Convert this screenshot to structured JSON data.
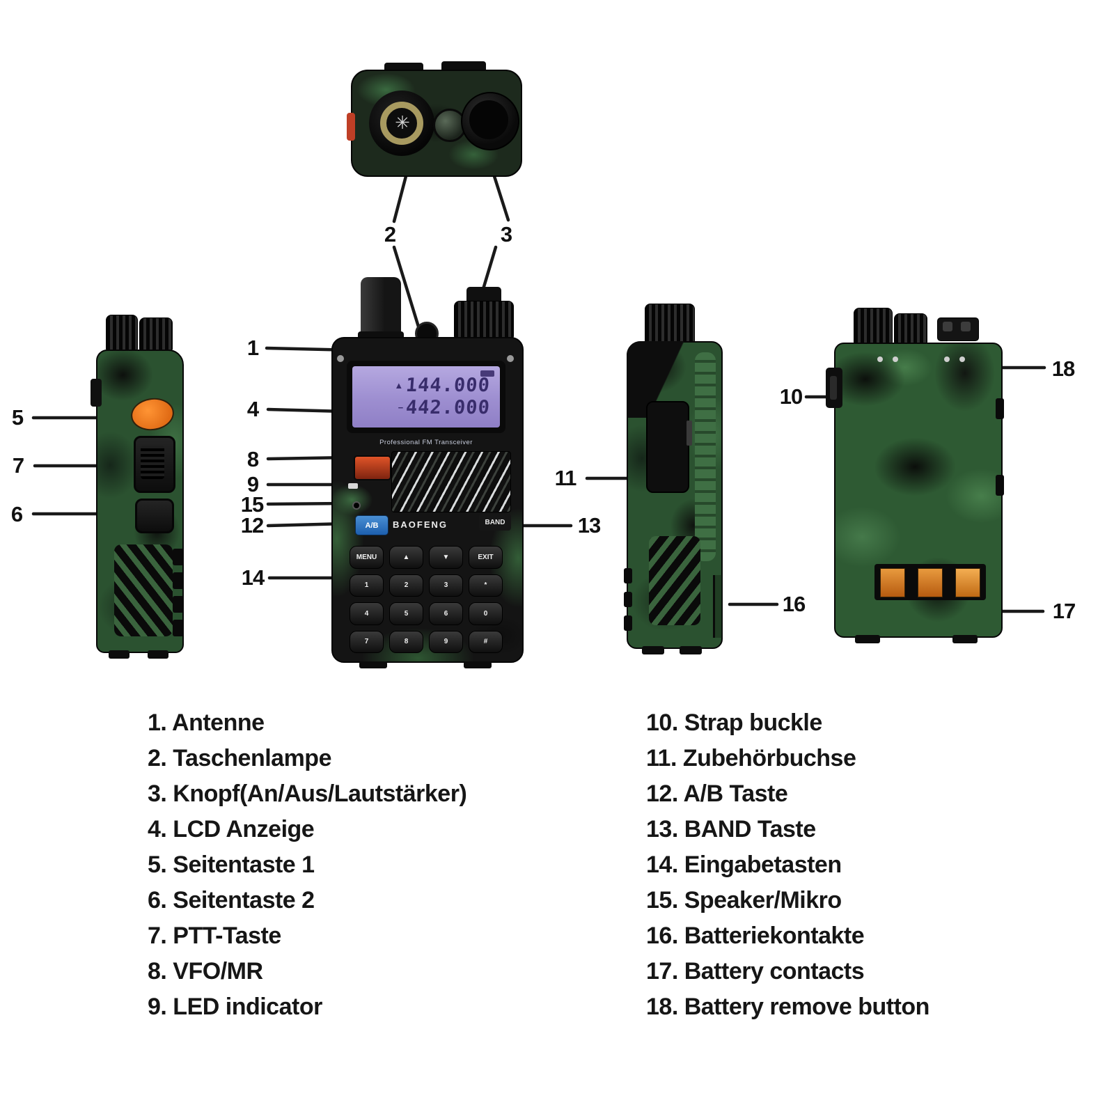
{
  "callouts": {
    "c1": "1",
    "c2": "2",
    "c3": "3",
    "c4": "4",
    "c5": "5",
    "c6": "6",
    "c7": "7",
    "c8": "8",
    "c9": "9",
    "c10": "10",
    "c11": "11",
    "c12": "12",
    "c13": "13",
    "c14": "14",
    "c15": "15",
    "c16": "16",
    "c17": "17",
    "c18": "18"
  },
  "legend": {
    "left": [
      "1. Antenne",
      "2. Taschenlampe",
      "3. Knopf(An/Aus/Lautstärker)",
      "4. LCD Anzeige",
      "5. Seitentaste 1",
      "6. Seitentaste 2",
      "7. PTT-Taste",
      "8. VFO/MR",
      "9. LED indicator"
    ],
    "right": [
      "10. Strap buckle",
      "11. Zubehörbuchse",
      "12. A/B Taste",
      "13. BAND Taste",
      "14. Eingabetasten",
      "15. Speaker/Mikro",
      "16. Batteriekontakte",
      "17. Battery contacts",
      "18. Battery remove button"
    ]
  },
  "device": {
    "lcd": {
      "ind_a": "▲",
      "freq_a": "144.000",
      "ind_b": "−",
      "freq_b": "442.000",
      "tagline": "Professional FM Transceiver"
    },
    "front": {
      "brand": "BAOFENG",
      "ab_button": "A/B",
      "band_button": "BAND",
      "keypad_rows": [
        [
          "MENU",
          "▲",
          "▼",
          "EXIT"
        ],
        [
          "1",
          "2",
          "3",
          "*"
        ],
        [
          "4",
          "5",
          "6",
          "0"
        ],
        [
          "7",
          "8",
          "9",
          "#"
        ]
      ]
    },
    "colors": {
      "camo_green": "#2e5a33",
      "camo_light_green": "#477e4a",
      "body_black": "#141414",
      "lcd_purple": "#9d8ed0",
      "side_button_orange": "#ef7a20",
      "vfo_red": "#cf4420",
      "ab_blue": "#2f6fc0",
      "battery_contact_orange": "#dd8a33"
    }
  },
  "icons": {
    "flashlight_star": "✳"
  }
}
